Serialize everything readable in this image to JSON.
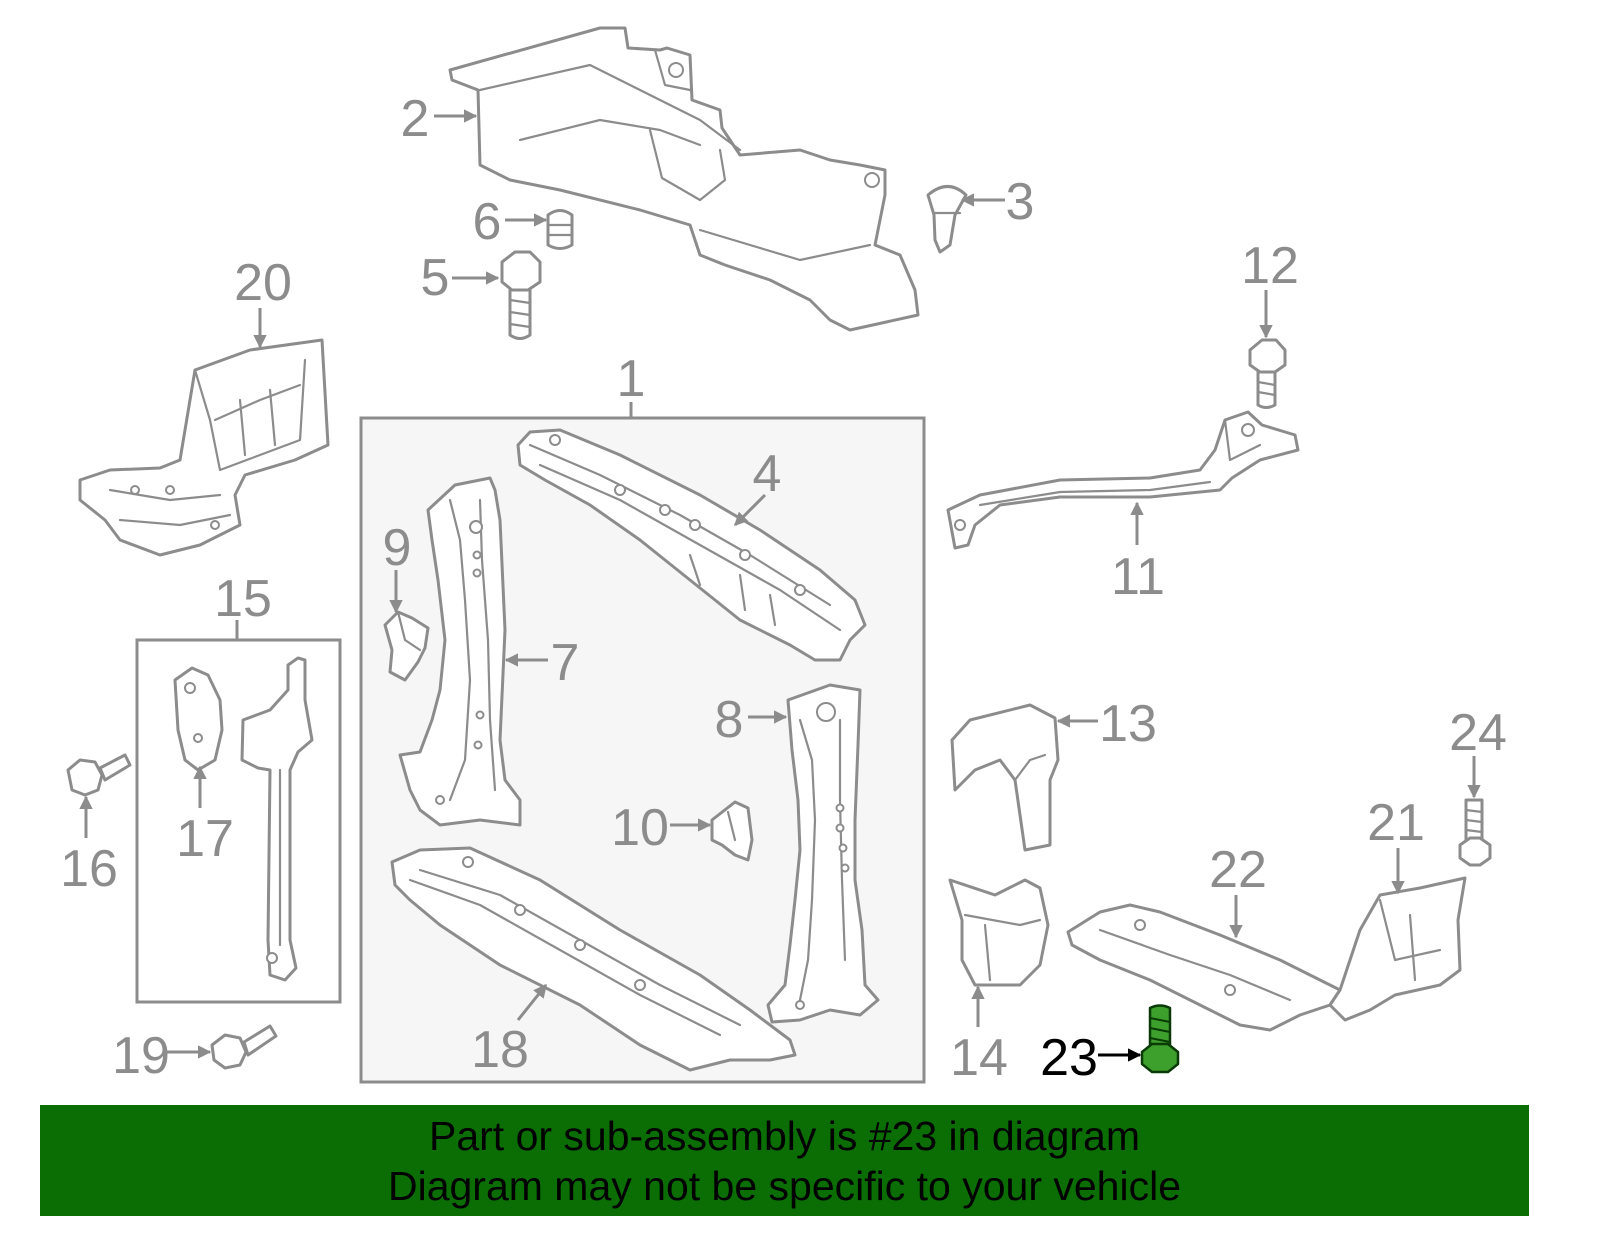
{
  "diagram": {
    "highlighted_part": "23",
    "colors": {
      "line": "#8c8c8c",
      "highlight": "#3ea02c",
      "banner": "#0b6e04"
    },
    "labels": [
      "1",
      "2",
      "3",
      "4",
      "5",
      "6",
      "7",
      "8",
      "9",
      "10",
      "11",
      "12",
      "13",
      "14",
      "15",
      "16",
      "17",
      "18",
      "19",
      "20",
      "21",
      "22",
      "23",
      "24"
    ]
  },
  "banner": {
    "line1": "Part or sub-assembly is #23 in diagram",
    "line2": "Diagram may not be specific to your vehicle"
  }
}
